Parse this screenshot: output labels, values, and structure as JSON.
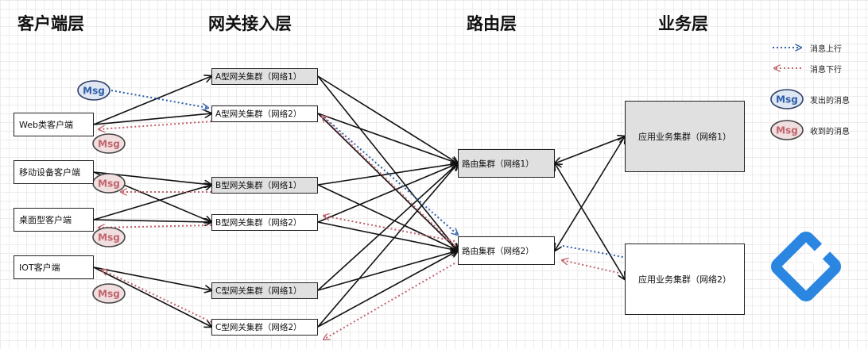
{
  "layers": {
    "client": "客户端层",
    "gateway": "网关接入层",
    "router": "路由层",
    "business": "业务层"
  },
  "clients": [
    "Web类客户端",
    "移动设备客户端",
    "桌面型客户端",
    "IOT客户端"
  ],
  "gateways": [
    "A型网关集群（网络1）",
    "A型网关集群（网络2）",
    "B型网关集群（网络1）",
    "B型网关集群（网络2）",
    "C型网关集群（网络1）",
    "C型网关集群（网络2）"
  ],
  "routers": [
    "路由集群（网络1）",
    "路由集群（网络2）"
  ],
  "apps": [
    "应用业务集群（网络1）",
    "应用业务集群（网络2）"
  ],
  "msg_label": "Msg",
  "legend": {
    "up": "消息上行",
    "down": "消息下行",
    "sent": "发出的消息",
    "received": "收到的消息"
  },
  "colors": {
    "up_line": "#2e5ea8",
    "down_line": "#c0646e",
    "msg_sent_fill": "#dfe7f3",
    "msg_received_fill": "#f1dede",
    "logo": "#2a86e0"
  }
}
